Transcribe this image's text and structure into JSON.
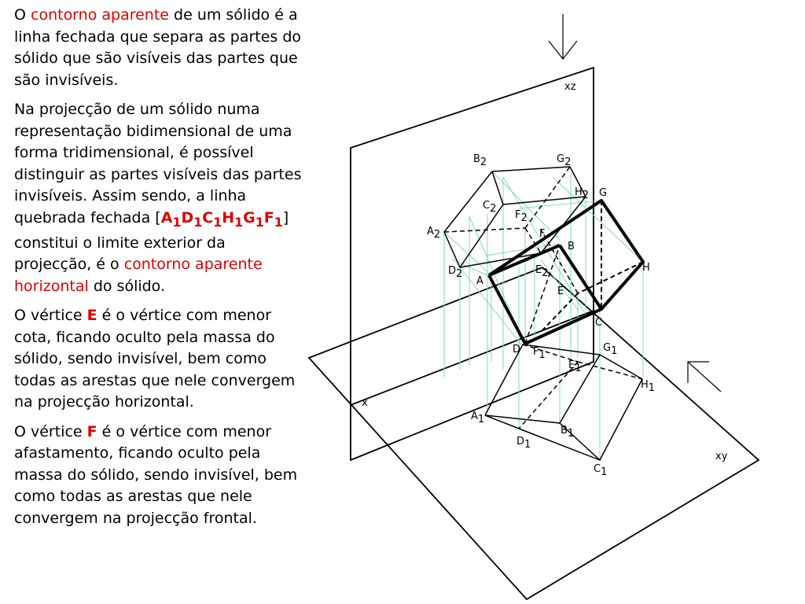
{
  "paragraphs": {
    "p1": {
      "a": "O ",
      "b": "contorno aparente",
      "c": " de um sólido é a linha fechada que separa as partes do sólido que são visíveis das partes que são invisíveis."
    },
    "p2": {
      "a": "Na projecção de um sólido numa representação bidimensional de uma forma tridimensional, é possível distinguir as partes visíveis das partes invisíveis. Assim sendo, a linha quebrada fechada [",
      "polyline": [
        {
          "letter": "A",
          "index": "1"
        },
        {
          "letter": "D",
          "index": "1"
        },
        {
          "letter": "C",
          "index": "1"
        },
        {
          "letter": "H",
          "index": "1"
        },
        {
          "letter": "G",
          "index": "1"
        },
        {
          "letter": "F",
          "index": "1"
        }
      ],
      "c": "] constitui o limite exterior da projecção, é o ",
      "d": "contorno aparente horizontal",
      "e": " do sólido."
    },
    "p3": {
      "a": "O vértice ",
      "b": "E",
      "c": " é o vértice com menor cota, ficando oculto pela massa do sólido, sendo invisível, bem como todas as arestas que nele convergem na projecção horizontal."
    },
    "p4": {
      "a": "O vértice ",
      "b": "F",
      "c": " é o vértice com menor afastamento, ficando oculto pela massa do sólido, sendo invisível, bem como todas as arestas que nele convergem na projecção frontal."
    }
  },
  "colors": {
    "highlight": "#e00000",
    "projector": "#7fd9c0",
    "line": "#000000"
  },
  "diagram": {
    "plane_labels": {
      "xz": "xz",
      "xy": "xy",
      "x": "x"
    },
    "space_labels": {
      "A": "A",
      "B": "B",
      "C": "C",
      "D": "D",
      "E": "E",
      "F": "F",
      "G": "G",
      "H": "H"
    },
    "frontal_labels": {
      "A2": {
        "l": "A",
        "s": "2"
      },
      "B2": {
        "l": "B",
        "s": "2"
      },
      "C2": {
        "l": "C",
        "s": "2"
      },
      "D2": {
        "l": "D",
        "s": "2"
      },
      "E2": {
        "l": "E",
        "s": "2"
      },
      "F2": {
        "l": "F",
        "s": "2"
      },
      "G2": {
        "l": "G",
        "s": "2"
      },
      "H2": {
        "l": "H",
        "s": "2"
      }
    },
    "horizontal_labels": {
      "A1": {
        "l": "A",
        "s": "1"
      },
      "B1": {
        "l": "B",
        "s": "1"
      },
      "C1": {
        "l": "C",
        "s": "1"
      },
      "D1": {
        "l": "D",
        "s": "1"
      },
      "E1": {
        "l": "E",
        "s": "1"
      },
      "F1": {
        "l": "F",
        "s": "1"
      },
      "G1": {
        "l": "G",
        "s": "1"
      },
      "H1": {
        "l": "H",
        "s": "1"
      }
    },
    "icons": [
      "frontal-view-arrow-icon",
      "horizontal-view-arrow-icon"
    ]
  }
}
